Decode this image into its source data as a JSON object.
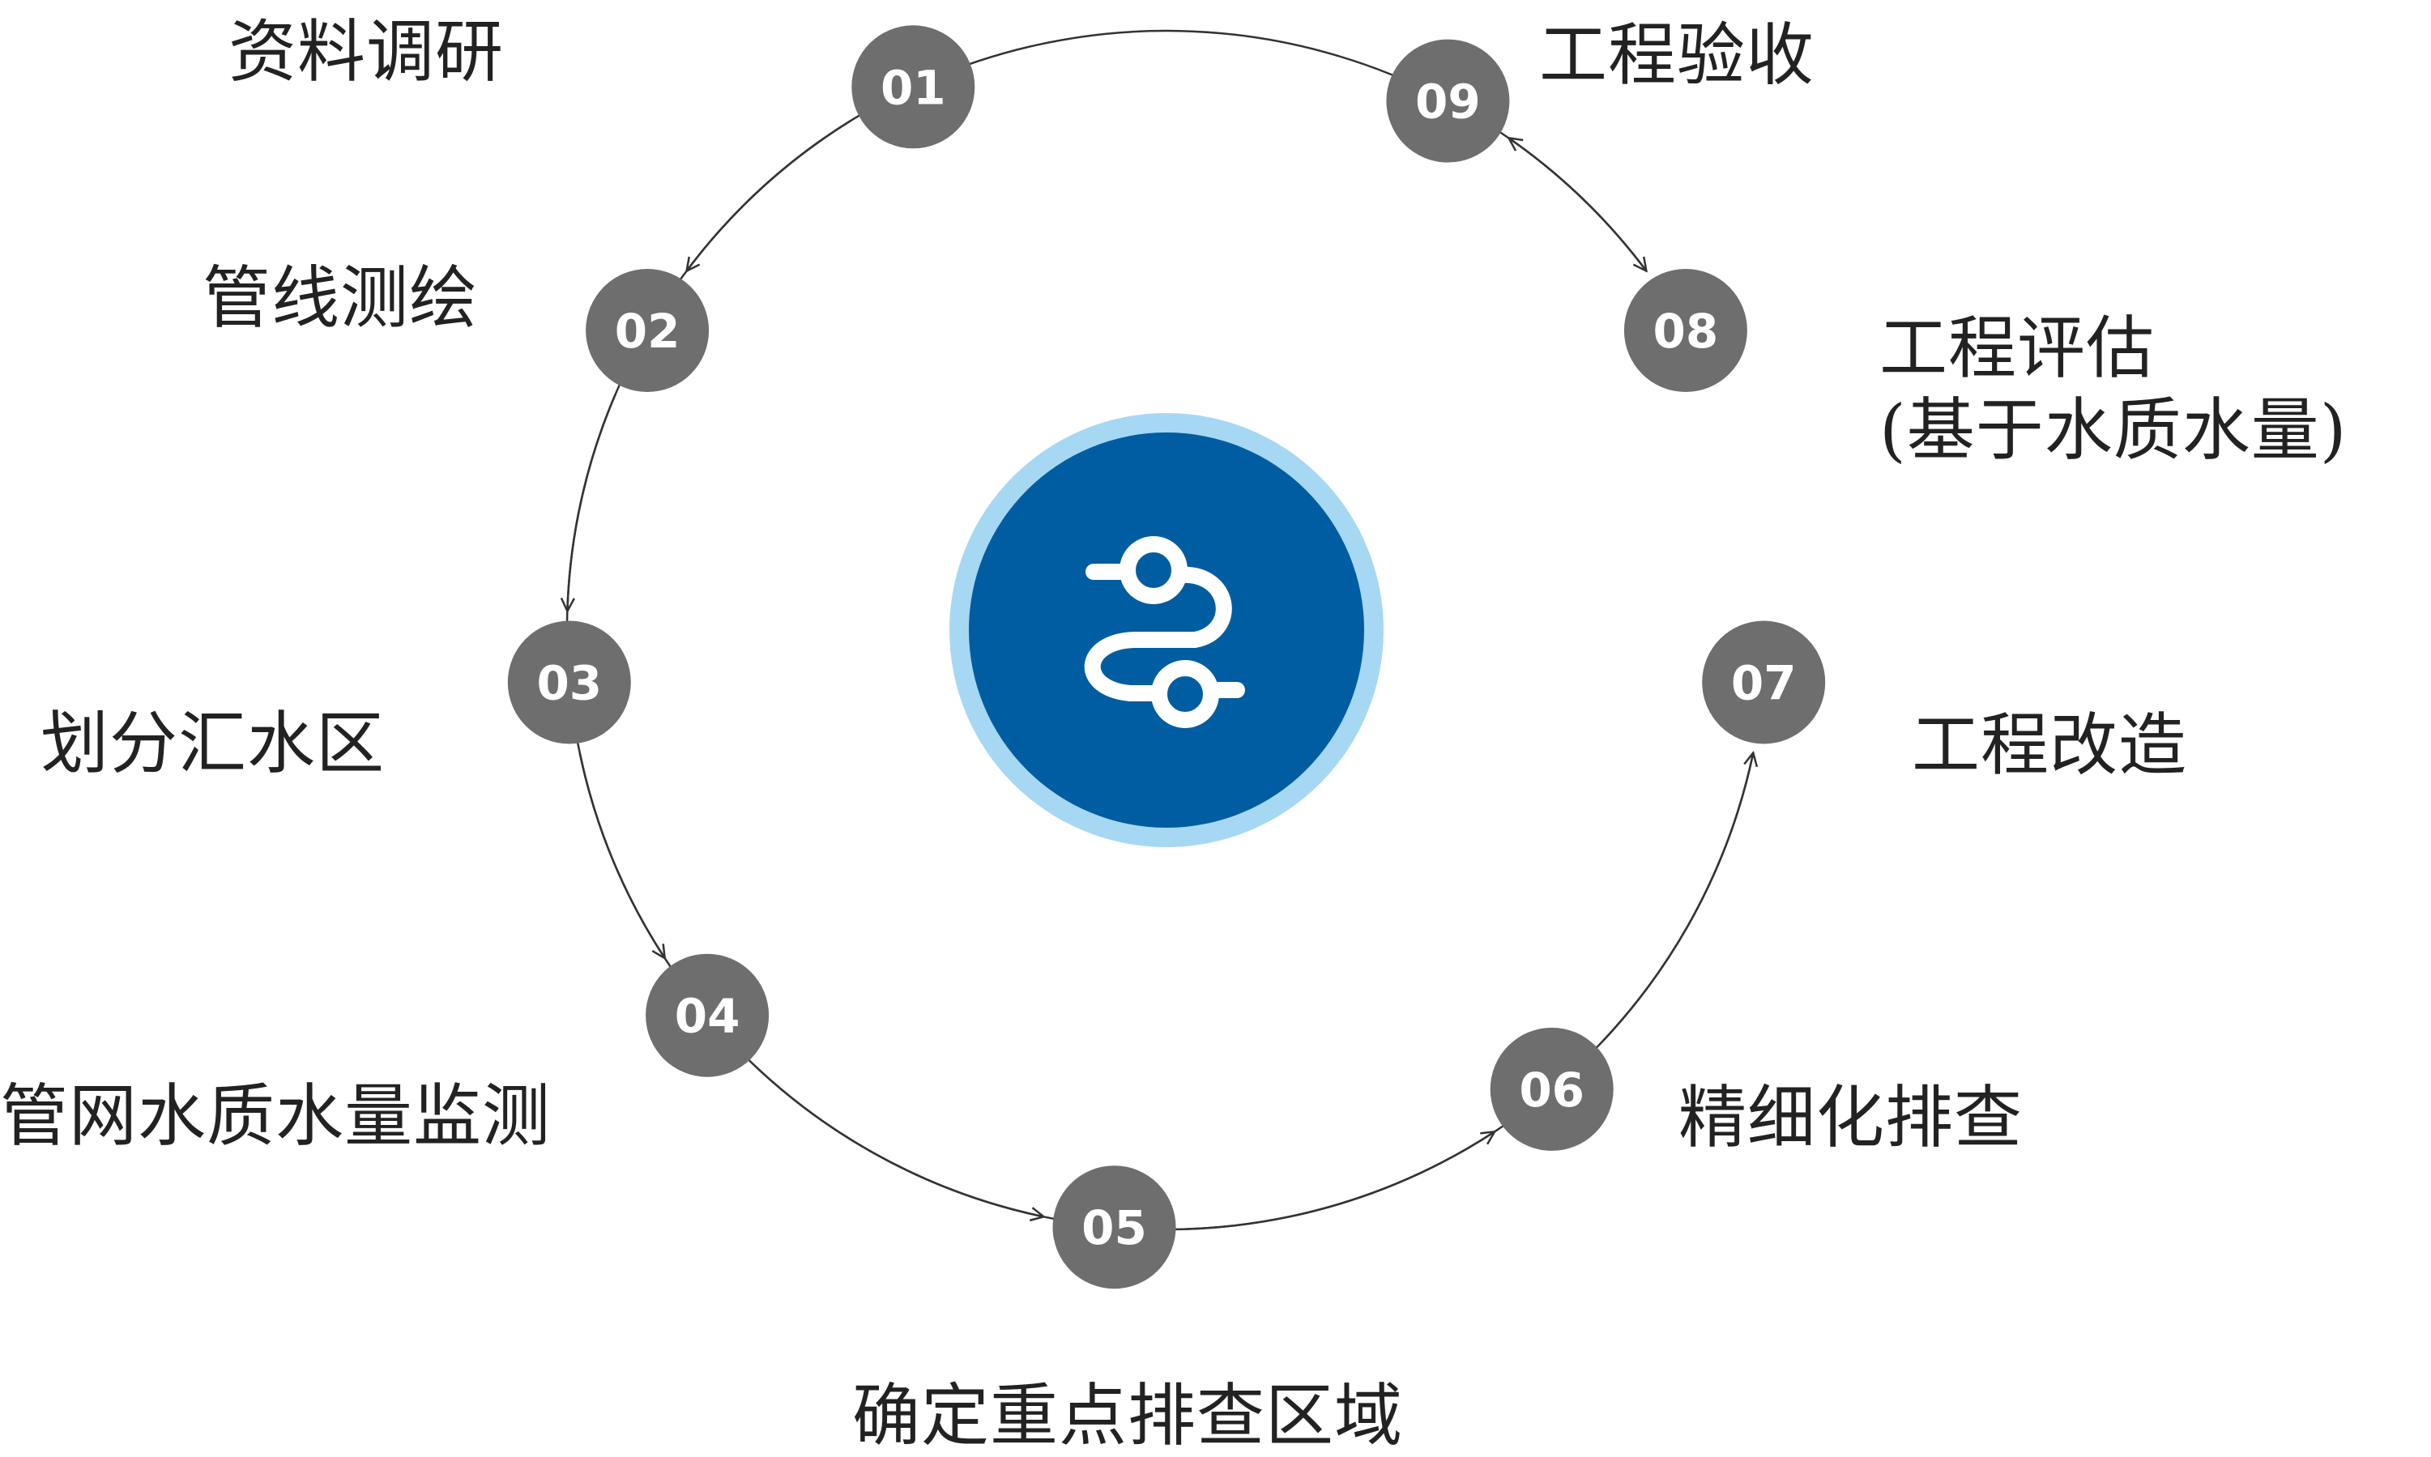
{
  "steps": [
    {
      "number": "01",
      "label": [
        "资料调研"
      ]
    },
    {
      "number": "02",
      "label": [
        "管线测绘"
      ]
    },
    {
      "number": "03",
      "label": [
        "划分汇水区"
      ]
    },
    {
      "number": "04",
      "label": [
        "管网水质水量监测"
      ]
    },
    {
      "number": "05",
      "label": [
        "确定重点排查区域"
      ]
    },
    {
      "number": "06",
      "label": [
        "精细化排查"
      ]
    },
    {
      "number": "07",
      "label": [
        "工程改造"
      ]
    },
    {
      "number": "08",
      "label": [
        "工程评估",
        "(基于水质水量)"
      ]
    },
    {
      "number": "09",
      "label": [
        "工程验收"
      ]
    }
  ],
  "center": {
    "icon": "pipeline-route-icon"
  },
  "colors": {
    "node_fill": "#6e6e6e",
    "node_text": "#ffffff",
    "center_fill": "#005da1",
    "center_ring": "#a6d8f3",
    "icon_stroke": "#ffffff",
    "connector": "#333333",
    "label_text": "#222222"
  }
}
